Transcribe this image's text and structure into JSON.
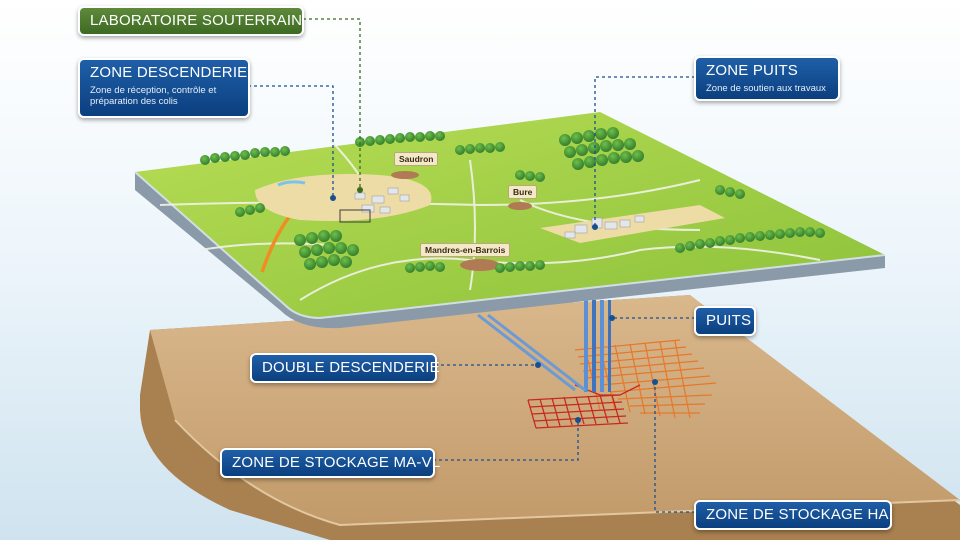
{
  "labels": {
    "laboratoire": {
      "title": "LABORATOIRE SOUTERRAIN",
      "color": "#3c6a22"
    },
    "descenderie": {
      "title": "ZONE DESCENDERIE",
      "subtitle": "Zone de réception, contrôle et préparation des colis"
    },
    "puits_zone": {
      "title": "ZONE PUITS",
      "subtitle": "Zone de soutien aux travaux"
    },
    "puits": {
      "title": "PUITS"
    },
    "double_descenderie": {
      "title": "DOUBLE DESCENDERIE"
    },
    "stockage_mavl": {
      "title": "ZONE DE STOCKAGE MA-VL"
    },
    "stockage_ha": {
      "title": "ZONE DE STOCKAGE HA"
    }
  },
  "villages": {
    "saudron": "Saudron",
    "bure": "Bure",
    "mandres": "Mandres-en-Barrois"
  },
  "colors": {
    "label_blue": "#0b3f7f",
    "leader_line": "#1a4f8f",
    "surface_grass": "#9fcf45",
    "underground": "#c9a477",
    "mavl_tunnels": "#c8281e",
    "ha_tunnels": "#e8772a",
    "shafts": "#5b8fd6"
  }
}
